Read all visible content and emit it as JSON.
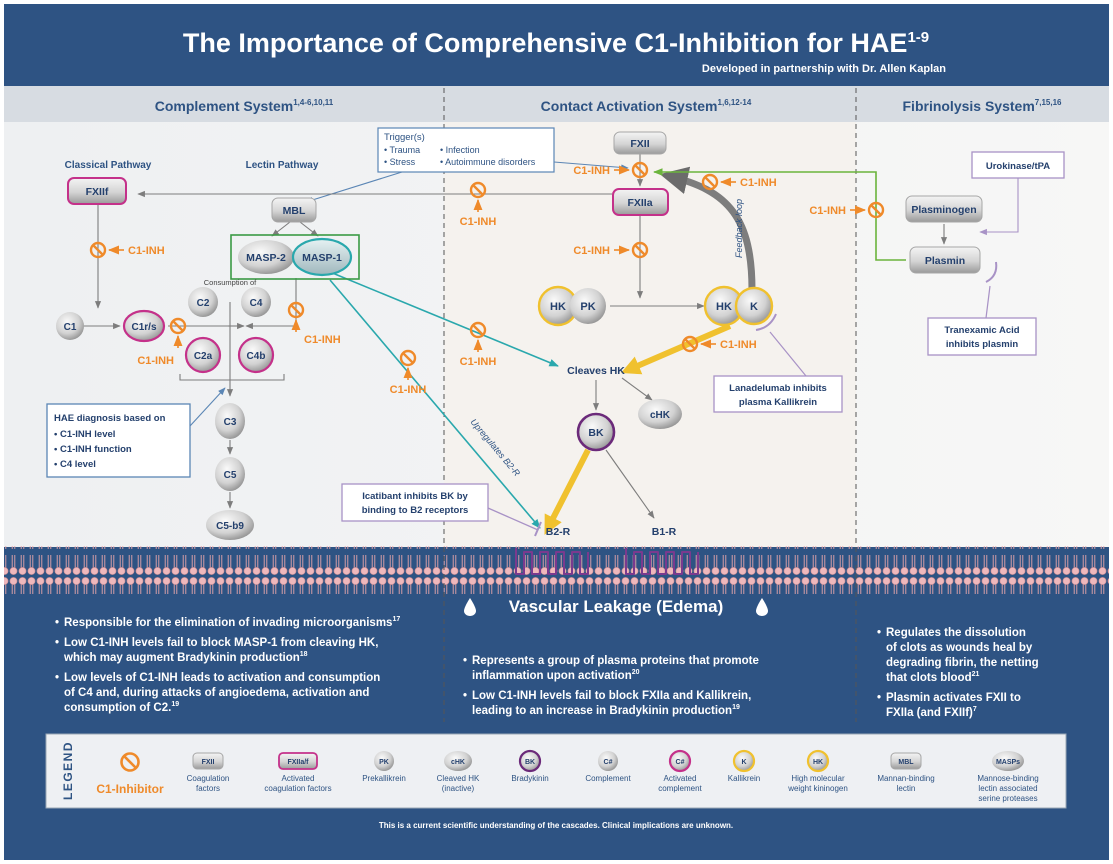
{
  "header": {
    "title": "The Importance of Comprehensive C1-Inhibition for HAE",
    "title_sup": "1-9",
    "subtitle": "Developed in partnership with Dr. Allen Kaplan"
  },
  "sections": {
    "complement": {
      "title": "Complement System",
      "sup": "1,4-6,10,11"
    },
    "contact": {
      "title": "Contact Activation System",
      "sup": "1,6,12-14"
    },
    "fibrinolysis": {
      "title": "Fibrinolysis System",
      "sup": "7,15,16"
    }
  },
  "pathways": {
    "classical": "Classical Pathway",
    "lectin": "Lectin Pathway"
  },
  "trigger": {
    "title": "Trigger(s)",
    "items": [
      "• Trauma",
      "• Stress",
      "• Infection",
      "• Autoimmune disorders"
    ]
  },
  "nodes": {
    "fxiif": "FXIIf",
    "mbl": "MBL",
    "masp2": "MASP-2",
    "masp1": "MASP-1",
    "c1": "C1",
    "c1rs": "C1r/s",
    "c2": "C2",
    "c4": "C4",
    "c2a": "C2a",
    "c4b": "C4b",
    "c3": "C3",
    "c5": "C5",
    "c5b9": "C5-b9",
    "fxii": "FXII",
    "fxiia": "FXIIa",
    "hk": "HK",
    "pk": "PK",
    "k": "K",
    "cleaves_hk": "Cleaves HK",
    "chk": "cHK",
    "bk": "BK",
    "b2r": "B2-R",
    "b1r": "B1-R",
    "plasminogen": "Plasminogen",
    "plasmin": "Plasmin"
  },
  "labels": {
    "c1inh": "C1-INH",
    "consumption_of": "Consumption of",
    "feedback_loop": "Feedback loop",
    "upregulates": "Upregulates B2-R"
  },
  "callouts": {
    "hae_diag": [
      "HAE diagnosis based on",
      "• C1-INH level",
      "• C1-INH function",
      "• C4 level"
    ],
    "icatibant": [
      "Icatibant inhibits BK by",
      "binding to B2 receptors"
    ],
    "lanadelumab": [
      "Lanadelumab inhibits",
      "plasma Kallikrein"
    ],
    "urokinase": "Urokinase/tPA",
    "tranexamic": [
      "Tranexamic Acid",
      "inhibits plasmin"
    ]
  },
  "bottom": {
    "complement": [
      {
        "lines": [
          "Responsible for the elimination of invading microorganisms"
        ],
        "sup": "17"
      },
      {
        "lines": [
          "Low C1-INH levels fail to block MASP-1 from cleaving HK,",
          "which may augment Bradykinin production"
        ],
        "sup": "18"
      },
      {
        "lines": [
          "Low levels of C1-INH leads to activation and consumption",
          "of C4 and, during attacks of angioedema, activation and",
          "consumption of C2."
        ],
        "sup": "19"
      }
    ],
    "vascular_title": "Vascular Leakage (Edema)",
    "contact": [
      {
        "lines": [
          "Represents a group of plasma proteins that promote",
          "inflammation upon activation"
        ],
        "sup": "20"
      },
      {
        "lines": [
          "Low C1-INH levels fail to block FXIIa and Kallikrein,",
          "leading to an increase in Bradykinin production"
        ],
        "sup": "19"
      }
    ],
    "fibrinolysis": [
      {
        "lines": [
          "Regulates the dissolution",
          "of clots as wounds heal by",
          "degrading fibrin, the netting",
          "that clots blood"
        ],
        "sup": "21"
      },
      {
        "lines": [
          "Plasmin activates FXII to",
          "FXIIa (and FXIIf)"
        ],
        "sup": "7"
      }
    ]
  },
  "legend": {
    "title": "LEGEND",
    "c1_inhibitor": "C1-Inhibitor",
    "items": [
      {
        "symbol": "FXII",
        "label": [
          "Coagulation",
          "factors"
        ]
      },
      {
        "symbol": "FXIIa/f",
        "label": [
          "Activated",
          "coagulation factors"
        ]
      },
      {
        "symbol": "PK",
        "label": [
          "Prekallikrein"
        ]
      },
      {
        "symbol": "cHK",
        "label": [
          "Cleaved HK",
          "(inactive)"
        ]
      },
      {
        "symbol": "BK",
        "label": [
          "Bradykinin"
        ]
      },
      {
        "symbol": "C#",
        "label": [
          "Complement"
        ]
      },
      {
        "symbol": "C#",
        "label": [
          "Activated",
          "complement"
        ]
      },
      {
        "symbol": "K",
        "label": [
          "Kallikrein"
        ]
      },
      {
        "symbol": "HK",
        "label": [
          "High molecular",
          "weight kininogen"
        ]
      },
      {
        "symbol": "MBL",
        "label": [
          "Mannan-binding",
          "lectin"
        ]
      },
      {
        "symbol": "MASPs",
        "label": [
          "Mannose-binding",
          "lectin associated",
          "serine proteases"
        ]
      }
    ]
  },
  "footer": "This is a current scientific understanding of the cascades. Clinical implications are unknown.",
  "colors": {
    "navy": "#2e5383",
    "orange": "#ef8a2a",
    "magenta": "#c4318a",
    "purple": "#6b2a7a",
    "gold": "#f0c12e",
    "teal": "#2aa8ad",
    "green": "#6bb43c",
    "gray_arrow": "#7d7d7d",
    "text_dark": "#24406d"
  }
}
